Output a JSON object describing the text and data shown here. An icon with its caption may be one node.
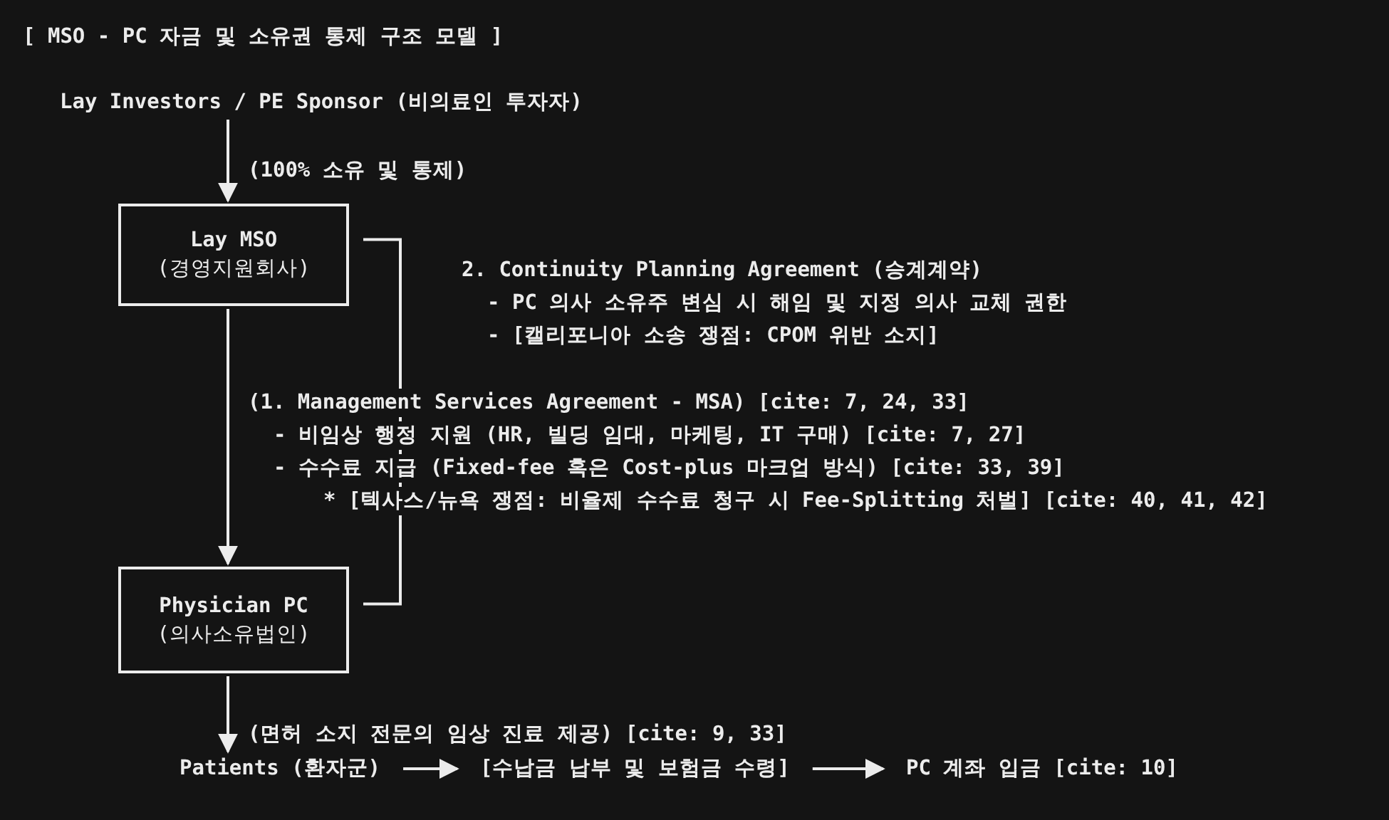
{
  "diagram": {
    "title": "[ MSO - PC 자금 및 소유권 통제 구조 모델 ]",
    "nodes": [
      {
        "text": [
          "Lay Investors / PE Sponsor (비의료인 투자자)"
        ]
      },
      {
        "text": [
          "Lay MSO",
          "(경영지원회사)"
        ]
      },
      {
        "text": [
          "Physician PC",
          "(의사소유법인)"
        ]
      },
      {
        "text": [
          "Patients (환자군)"
        ]
      },
      {
        "text": [
          "[수납금 납부 및 보험금 수령]"
        ]
      },
      {
        "text": [
          "PC 계좌 입금 [cite: 10]"
        ]
      }
    ],
    "edges": [
      {
        "from": 0,
        "to": 1,
        "arrow": "to",
        "label": "(100% 소유 및 통제)"
      },
      {
        "from": 1,
        "to": 2,
        "arrow": "to",
        "label": "(1. Management Services Agreement - MSA) [cite: 7, 24, 33]"
      },
      {
        "from": 1,
        "to": 2,
        "arrow": "none",
        "label": "2. Continuity Planning Agreement (승계계약)"
      },
      {
        "from": 2,
        "to": 3,
        "arrow": "to",
        "label": "(면허 소지 전문의 임상 진료 제공) [cite: 9, 33]"
      },
      {
        "from": 3,
        "to": 4,
        "arrow": "to"
      },
      {
        "from": 4,
        "to": 5,
        "arrow": "to"
      }
    ],
    "labels": [
      "- PC 의사 소유주 변심 시 해임 및 지정 의사 교체 권한",
      "- [캘리포니아 소송 쟁점: CPOM 위반 소지]",
      "- 비임상 행정 지원 (HR, 빌딩 임대, 마케팅, IT 구매) [cite: 7, 27]",
      "- 수수료 지급 (Fixed-fee 혹은 Cost-plus 마크업 방식) [cite: 33, 39]",
      "* [텍사스/뉴욕 쟁점: 비율제 수수료 청구 시 Fee-Splitting 처벌] [cite: 40, 41, 42]"
    ]
  }
}
